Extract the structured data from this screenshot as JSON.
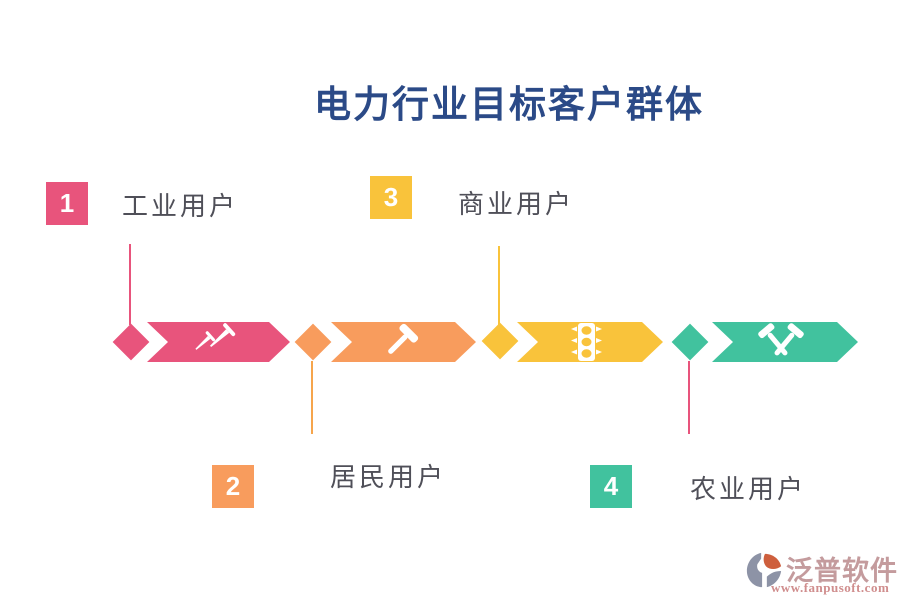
{
  "title": "电力行业目标客户群体",
  "items": [
    {
      "number": "1",
      "label": "工业用户",
      "color": "#E8547C",
      "icon": "nails-icon",
      "label_position": "top"
    },
    {
      "number": "2",
      "label": "居民用户",
      "color": "#F89C5D",
      "icon": "hammer-icon",
      "label_position": "bottom"
    },
    {
      "number": "3",
      "label": "商业用户",
      "color": "#F9C33B",
      "icon": "traffic-light-icon",
      "label_position": "top"
    },
    {
      "number": "4",
      "label": "农业用户",
      "color": "#41C29E",
      "icon": "crossed-hammers-icon",
      "label_position": "bottom"
    }
  ],
  "connector_colors": {
    "item1": "#E8547C",
    "item2": "#F6A54C",
    "item3": "#F9C33B",
    "item4": "#E8547C"
  },
  "title_color": "#2B4A87",
  "label_color": "#4F4F58",
  "watermark": {
    "brand": "泛普软件",
    "url": "www.fanpusoft.com",
    "brand_color": "#C49B9D",
    "url_color": "#D08E8E"
  }
}
